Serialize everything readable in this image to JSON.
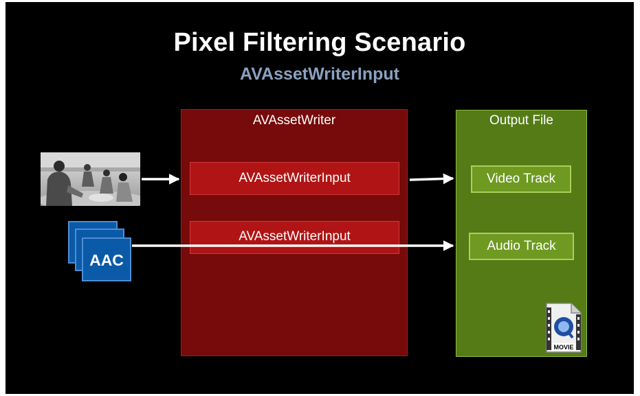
{
  "title": "Pixel Filtering Scenario",
  "subtitle": "AVAssetWriterInput",
  "writer": {
    "label": "AVAssetWriter",
    "inputs": [
      "AVAssetWriterInput",
      "AVAssetWriterInput"
    ]
  },
  "output": {
    "label": "Output File",
    "tracks": [
      "Video Track",
      "Audio Track"
    ],
    "file_icon": "quicktime-movie-icon",
    "file_icon_label": "MOVIE"
  },
  "sources": {
    "video_source": "beach-photo-image",
    "audio_source_label": "AAC"
  },
  "colors": {
    "writer_fill": "#770a0a",
    "input_fill": "#b01414",
    "output_fill": "#557b17",
    "track_fill": "#6e9a22",
    "subtitle": "#8aa2bf",
    "aac_blue": "#0b5aa8"
  }
}
